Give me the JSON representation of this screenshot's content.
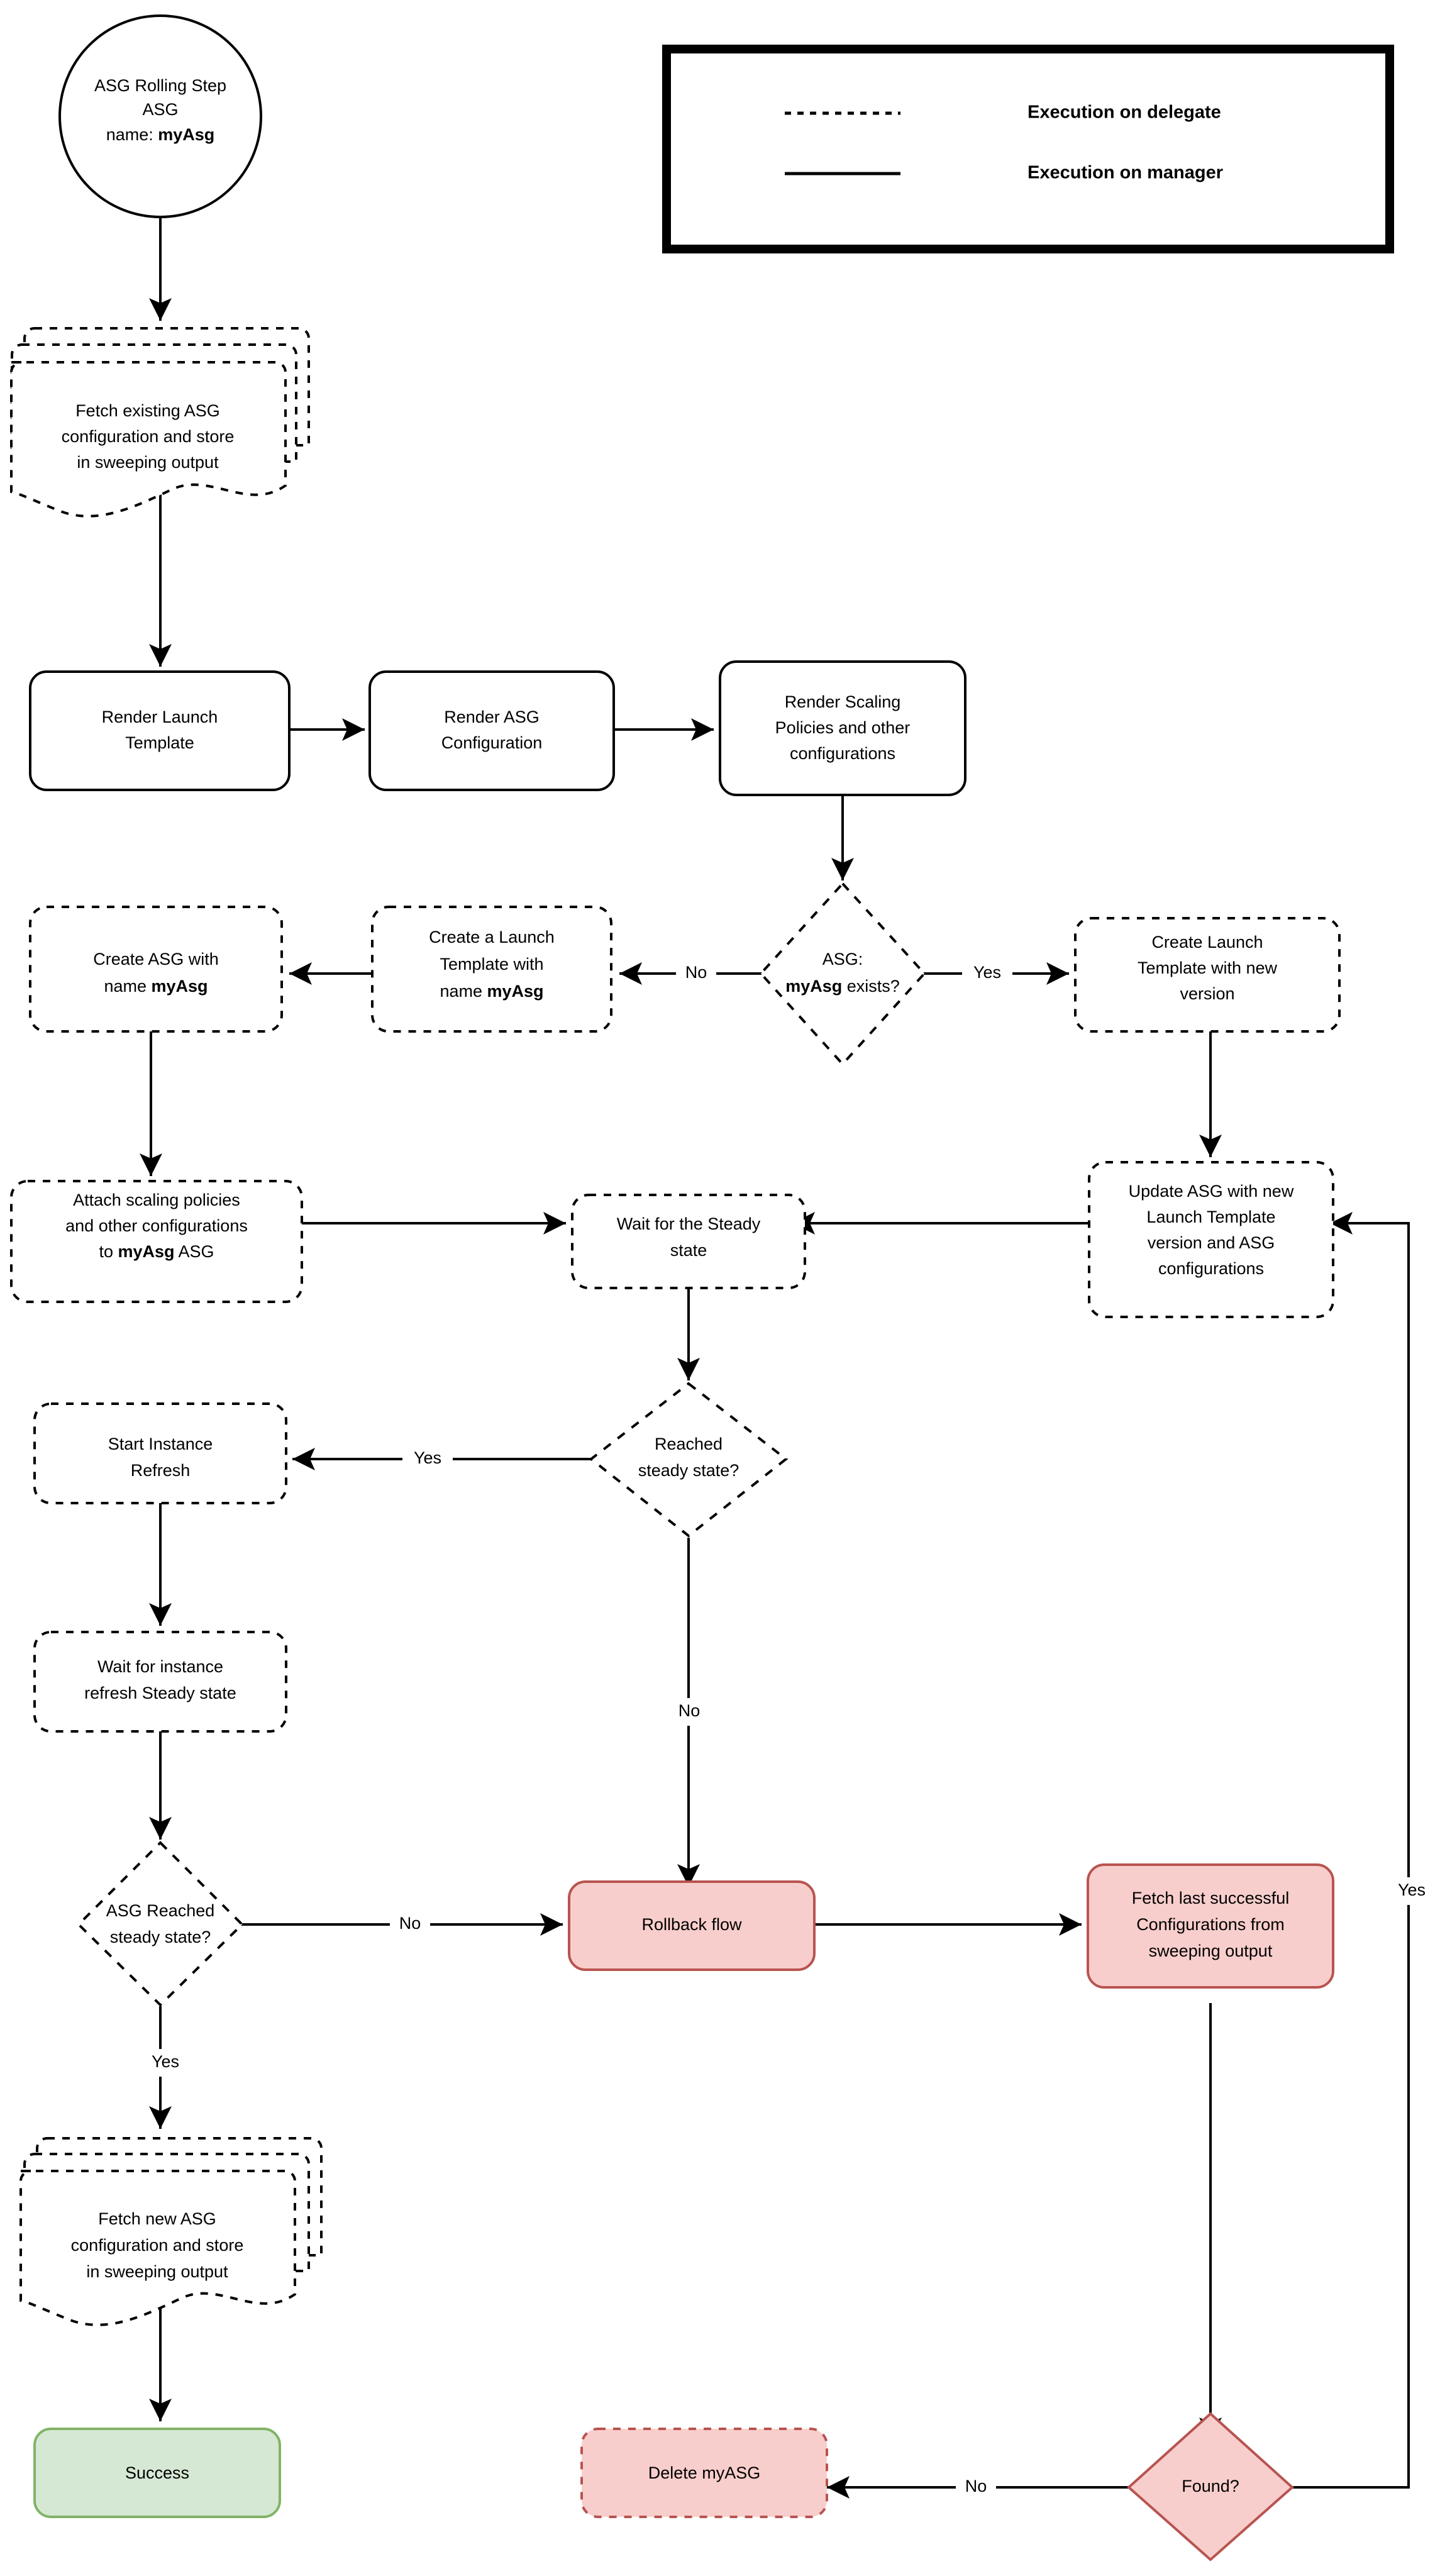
{
  "diagram": {
    "title": "ASG Rolling Step flowchart",
    "colors": {
      "pink_fill": "#f8cecc",
      "pink_stroke": "#b85450",
      "green_fill": "#d5e8d4",
      "green_stroke": "#82b366",
      "line": "#000000",
      "background": "#ffffff"
    }
  },
  "legend": {
    "items": [
      {
        "style": "dashed",
        "label": "Execution on delegate"
      },
      {
        "style": "solid",
        "label": "Execution on manager"
      }
    ]
  },
  "nodes": {
    "start": {
      "shape": "ellipse",
      "line1": "ASG Rolling Step",
      "line2": "ASG",
      "line3_prefix": "name: ",
      "line3_bold": "myAsg"
    },
    "fetch_existing": {
      "shape": "multi-document",
      "line1": "Fetch existing ASG",
      "line2": "configuration and store",
      "line3": "in sweeping output"
    },
    "render_launch_template": {
      "shape": "rounded-rect",
      "line1": "Render Launch",
      "line2": "Template"
    },
    "render_asg_config": {
      "shape": "rounded-rect",
      "line1": "Render ASG",
      "line2": "Configuration"
    },
    "render_scaling_policies": {
      "shape": "rounded-rect",
      "line1": "Render Scaling",
      "line2": "Policies and other",
      "line3": "configurations"
    },
    "asg_exists": {
      "shape": "diamond",
      "line1": "ASG:",
      "line2_bold": "myAsg",
      "line2_rest": " exists?"
    },
    "create_launch_template_new_version": {
      "shape": "rounded-rect",
      "line1": "Create Launch",
      "line2": "Template with new",
      "line3": "version"
    },
    "create_launch_template_myasg": {
      "shape": "rounded-rect",
      "line1": "Create a Launch",
      "line2": "Template with",
      "line3_prefix": "name ",
      "line3_bold": "myAsg"
    },
    "create_asg_myasg": {
      "shape": "rounded-rect",
      "line1": "Create ASG with",
      "line2_prefix": "name ",
      "line2_bold": "myAsg"
    },
    "attach_scaling_policies": {
      "shape": "rounded-rect",
      "line1": "Attach scaling policies",
      "line2": "and other configurations",
      "line3_prefix": "to ",
      "line3_bold": "myAsg",
      "line3_suffix": " ASG"
    },
    "wait_steady_state": {
      "shape": "rounded-rect",
      "line1": "Wait for the Steady",
      "line2": "state"
    },
    "update_asg": {
      "shape": "rounded-rect",
      "line1": "Update ASG with new",
      "line2": "Launch Template",
      "line3": "version and ASG",
      "line4": "configurations"
    },
    "reached_steady_state": {
      "shape": "diamond",
      "line1": "Reached",
      "line2": "steady state?"
    },
    "start_instance_refresh": {
      "shape": "rounded-rect",
      "line1": "Start Instance",
      "line2": "Refresh"
    },
    "wait_instance_refresh": {
      "shape": "rounded-rect",
      "line1": "Wait for instance",
      "line2": "refresh Steady state"
    },
    "asg_reached_steady_state": {
      "shape": "diamond",
      "line1": "ASG Reached",
      "line2": "steady state?"
    },
    "rollback_flow": {
      "shape": "rounded-rect",
      "line1": "Rollback flow"
    },
    "fetch_last_successful": {
      "shape": "rounded-rect",
      "line1": "Fetch last successful",
      "line2": "Configurations from",
      "line3": "sweeping output"
    },
    "fetch_new_asg": {
      "shape": "multi-document",
      "line1": "Fetch new ASG",
      "line2": "configuration and store",
      "line3": "in sweeping output"
    },
    "success": {
      "shape": "rounded-rect",
      "line1": "Success"
    },
    "delete_myasg": {
      "shape": "rounded-rect",
      "line1": "Delete myASG"
    },
    "found": {
      "shape": "diamond",
      "line1": "Found?"
    }
  },
  "edge_labels": {
    "asg_exists_no": "No",
    "asg_exists_yes": "Yes",
    "reached_steady_yes": "Yes",
    "reached_steady_no": "No",
    "asg_reached_no": "No",
    "asg_reached_yes": "Yes",
    "found_no": "No",
    "found_yes": "Yes"
  }
}
